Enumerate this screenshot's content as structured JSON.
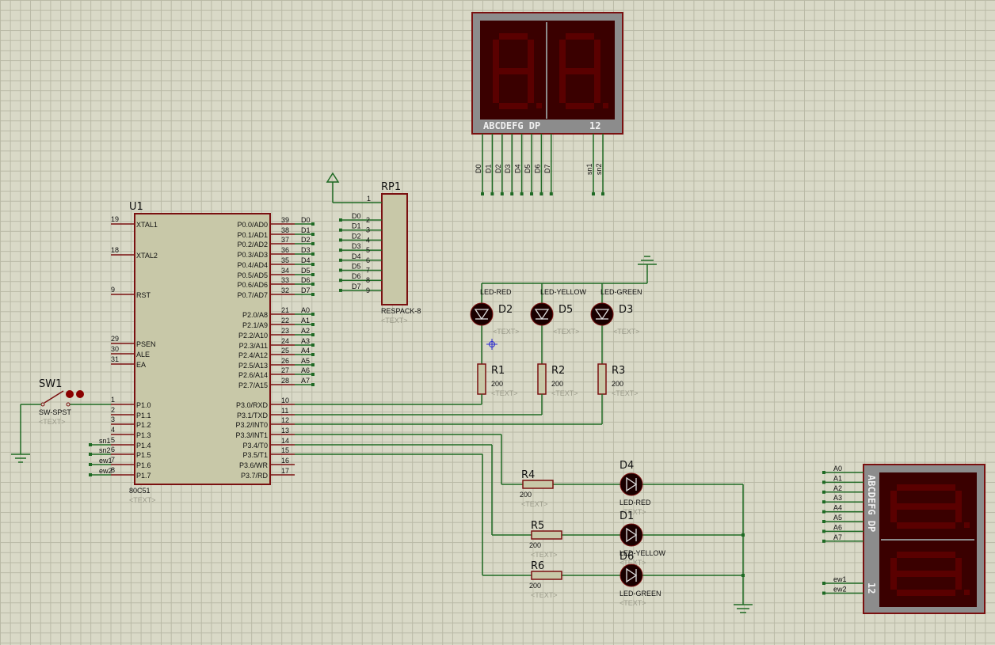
{
  "colors": {
    "wire": "#1f6a24",
    "part": "#7a1010",
    "body": "#c8c8a8",
    "disp": "#8c8c8c",
    "seg": "#5a0000"
  },
  "mcu": {
    "ref": "U1",
    "type": "80C51",
    "text": "<TEXT>",
    "left_pins": [
      {
        "num": "19",
        "name": "XTAL1",
        "net": ""
      },
      {
        "num": "18",
        "name": "XTAL2",
        "net": ""
      },
      {
        "num": "9",
        "name": "RST",
        "net": ""
      },
      {
        "num": "29",
        "name": "PSEN",
        "net": ""
      },
      {
        "num": "30",
        "name": "ALE",
        "net": ""
      },
      {
        "num": "31",
        "name": "EA",
        "net": ""
      },
      {
        "num": "1",
        "name": "P1.0",
        "net": ""
      },
      {
        "num": "2",
        "name": "P1.1",
        "net": ""
      },
      {
        "num": "3",
        "name": "P1.2",
        "net": ""
      },
      {
        "num": "4",
        "name": "P1.3",
        "net": ""
      },
      {
        "num": "5",
        "name": "P1.4",
        "net": "sn1"
      },
      {
        "num": "6",
        "name": "P1.5",
        "net": "sn2"
      },
      {
        "num": "7",
        "name": "P1.6",
        "net": "ew1"
      },
      {
        "num": "8",
        "name": "P1.7",
        "net": "ew2"
      }
    ],
    "right_pins": [
      {
        "num": "39",
        "name": "P0.0/AD0",
        "net": "D0"
      },
      {
        "num": "38",
        "name": "P0.1/AD1",
        "net": "D1"
      },
      {
        "num": "37",
        "name": "P0.2/AD2",
        "net": "D2"
      },
      {
        "num": "36",
        "name": "P0.3/AD3",
        "net": "D3"
      },
      {
        "num": "35",
        "name": "P0.4/AD4",
        "net": "D4"
      },
      {
        "num": "34",
        "name": "P0.5/AD5",
        "net": "D5"
      },
      {
        "num": "33",
        "name": "P0.6/AD6",
        "net": "D6"
      },
      {
        "num": "32",
        "name": "P0.7/AD7",
        "net": "D7"
      },
      {
        "num": "21",
        "name": "P2.0/A8",
        "net": "A0"
      },
      {
        "num": "22",
        "name": "P2.1/A9",
        "net": "A1"
      },
      {
        "num": "23",
        "name": "P2.2/A10",
        "net": "A2"
      },
      {
        "num": "24",
        "name": "P2.3/A11",
        "net": "A3"
      },
      {
        "num": "25",
        "name": "P2.4/A12",
        "net": "A4"
      },
      {
        "num": "26",
        "name": "P2.5/A13",
        "net": "A5"
      },
      {
        "num": "27",
        "name": "P2.6/A14",
        "net": "A6"
      },
      {
        "num": "28",
        "name": "P2.7/A15",
        "net": "A7"
      },
      {
        "num": "10",
        "name": "P3.0/RXD",
        "net": ""
      },
      {
        "num": "11",
        "name": "P3.1/TXD",
        "net": ""
      },
      {
        "num": "12",
        "name": "P3.2/INT0",
        "net": ""
      },
      {
        "num": "13",
        "name": "P3.3/INT1",
        "net": ""
      },
      {
        "num": "14",
        "name": "P3.4/T0",
        "net": ""
      },
      {
        "num": "15",
        "name": "P3.5/T1",
        "net": ""
      },
      {
        "num": "16",
        "name": "P3.6/WR",
        "net": ""
      },
      {
        "num": "17",
        "name": "P3.7/RD",
        "net": ""
      }
    ]
  },
  "switch": {
    "ref": "SW1",
    "type": "SW-SPST",
    "text": "<TEXT>"
  },
  "respack": {
    "ref": "RP1",
    "type": "RESPACK-8",
    "text": "<TEXT>",
    "pin1": "1",
    "pins": [
      {
        "num": "2",
        "net": "D0"
      },
      {
        "num": "3",
        "net": "D1"
      },
      {
        "num": "4",
        "net": "D2"
      },
      {
        "num": "5",
        "net": "D3"
      },
      {
        "num": "6",
        "net": "D4"
      },
      {
        "num": "7",
        "net": "D5"
      },
      {
        "num": "8",
        "net": "D6"
      },
      {
        "num": "9",
        "net": "D7"
      }
    ]
  },
  "display_top": {
    "label": "ABCDEFG  DP",
    "pins_label": "12",
    "nets": [
      "D0",
      "D1",
      "D2",
      "D3",
      "D4",
      "D5",
      "D6",
      "D7"
    ],
    "common": [
      "sn1",
      "sn2"
    ]
  },
  "display_right": {
    "label": "ABCDEFG  DP",
    "pins_label": "12",
    "nets": [
      "A0",
      "A1",
      "A2",
      "A3",
      "A4",
      "A5",
      "A6",
      "A7"
    ],
    "common": [
      "ew1",
      "ew2"
    ]
  },
  "leds_top": [
    {
      "ref": "D2",
      "type": "LED-RED",
      "text": "<TEXT>"
    },
    {
      "ref": "D5",
      "type": "LED-YELLOW",
      "text": "<TEXT>"
    },
    {
      "ref": "D3",
      "type": "LED-GREEN",
      "text": "<TEXT>"
    }
  ],
  "res_top": [
    {
      "ref": "R1",
      "value": "200",
      "text": "<TEXT>"
    },
    {
      "ref": "R2",
      "value": "200",
      "text": "<TEXT>"
    },
    {
      "ref": "R3",
      "value": "200",
      "text": "<TEXT>"
    }
  ],
  "leds_bottom": [
    {
      "ref": "D4",
      "type": "LED-RED",
      "text": "<TEXT>"
    },
    {
      "ref": "D1",
      "type": "LED-YELLOW",
      "text": "<TEXT>"
    },
    {
      "ref": "D6",
      "type": "LED-GREEN",
      "text": "<TEXT>"
    }
  ],
  "res_bottom": [
    {
      "ref": "R4",
      "value": "200",
      "text": "<TEXT>"
    },
    {
      "ref": "R5",
      "value": "200",
      "text": "<TEXT>"
    },
    {
      "ref": "R6",
      "value": "200",
      "text": "<TEXT>"
    }
  ]
}
